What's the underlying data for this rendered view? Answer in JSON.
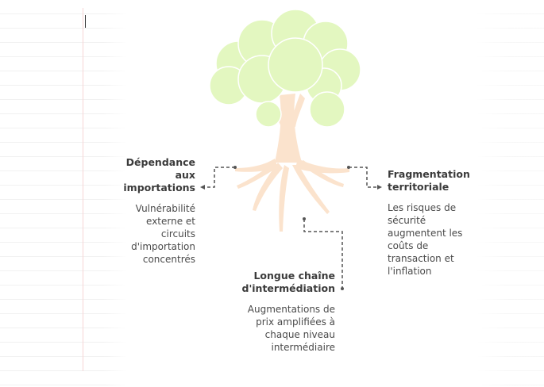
{
  "nodes": {
    "left": {
      "title": "Dépendance aux importations",
      "description": "Vulnérabilité externe et circuits d'importation concentrés"
    },
    "right": {
      "title": "Fragmentation territoriale",
      "description": "Les risques de sécurité augmentent les coûts de transaction et l'inflation"
    },
    "bottom": {
      "title": "Longue chaîne d'intermédiation",
      "description": "Augmentations de prix amplifiées à chaque niveau intermédiaire"
    }
  },
  "colors": {
    "foliage": "#e3f7c0",
    "trunk": "#fbe3cd",
    "connector": "#555555",
    "text": "#3a3a3a"
  }
}
